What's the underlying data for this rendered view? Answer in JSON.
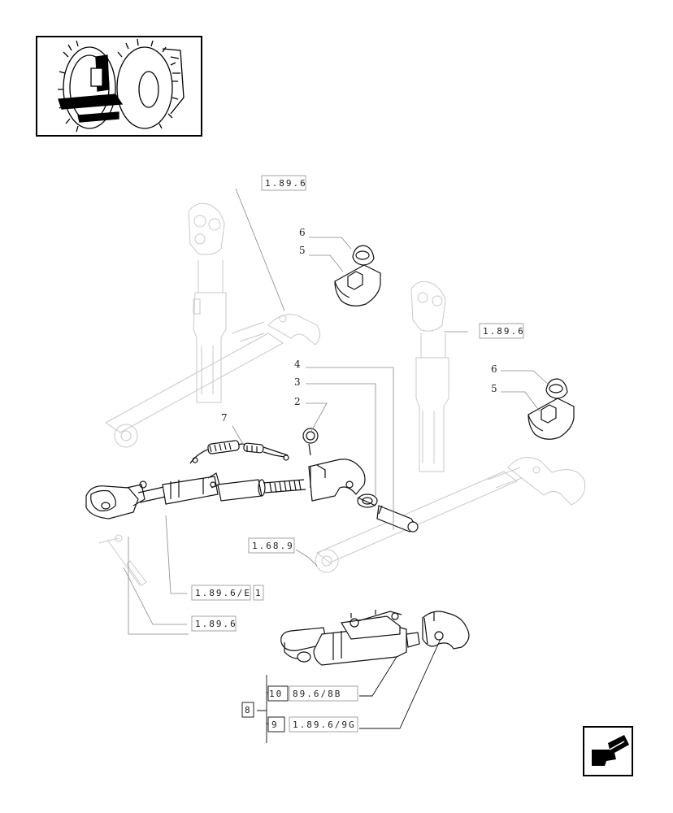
{
  "thumbnail": {
    "icon": "tractor-rear-view-icon"
  },
  "nav": {
    "icon": "previous-page-arrow-icon"
  },
  "callouts": {
    "c6a": "6",
    "c5a": "5",
    "c6b": "6",
    "c5b": "5",
    "c4": "4",
    "c3": "3",
    "c2": "2",
    "c7": "7",
    "c8": "8",
    "c10": "10",
    "c9": "9"
  },
  "refs": {
    "r_top": "1.89.6",
    "r_right": "1.89.6",
    "r_link": "1.68.9",
    "r_e": "1.89.6/E",
    "r_e_num": "1",
    "r_bottom": "1.89.6",
    "r_8b": "89.6/8B",
    "r_9g": "1.89.6/9G"
  }
}
